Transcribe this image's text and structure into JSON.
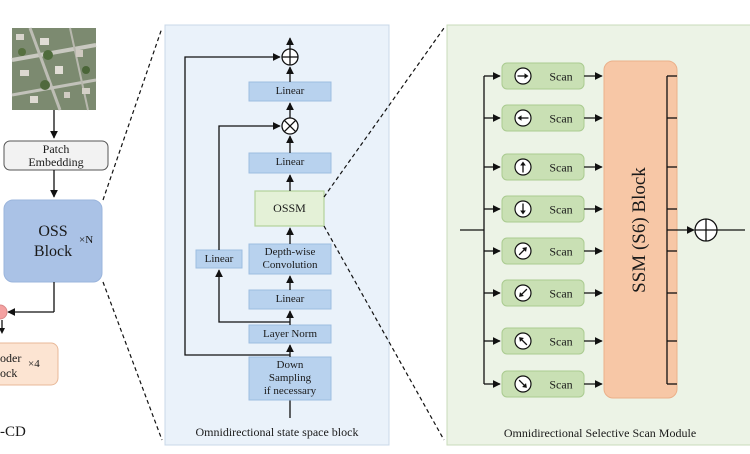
{
  "left": {
    "patch_embedding": [
      "Patch",
      "Embedding"
    ],
    "oss_block": [
      "OSS",
      "Block"
    ],
    "oss_repeat": "×N",
    "decoder_block": [
      "oder",
      "ock"
    ],
    "decoder_repeat": "×4",
    "model_name_fragment": "-CD"
  },
  "middle": {
    "caption": "Omnidirectional state space block",
    "linear_top": "Linear",
    "linear_mid": "Linear",
    "ossm": "OSSM",
    "depthwise_conv": [
      "Depth-wise",
      "Convolution"
    ],
    "linear_branch": "Linear",
    "linear_lower": "Linear",
    "layer_norm": "Layer Norm",
    "down_sampling": [
      "Down",
      "Sampling",
      "if necessary"
    ]
  },
  "right": {
    "caption": "Omnidirectional Selective Scan Module",
    "ssm_block": "SSM (S6) Block",
    "scan_label": "Scan",
    "scan_directions": [
      "right",
      "left",
      "up",
      "down",
      "up-right",
      "down-left",
      "up-left",
      "down-right"
    ]
  },
  "colors": {
    "blue_box": "#b8d2ee",
    "blue_box_border": "#9dbde0",
    "mid_panel": "#eaf2fa",
    "right_panel": "#ecf3e6",
    "scan_box": "#c9e0b4",
    "ssm_box": "#f7c7a6",
    "ossm_box": "#e4f1d7",
    "oss_block": "#aac2e6",
    "decoder_box": "#fce4d2"
  }
}
